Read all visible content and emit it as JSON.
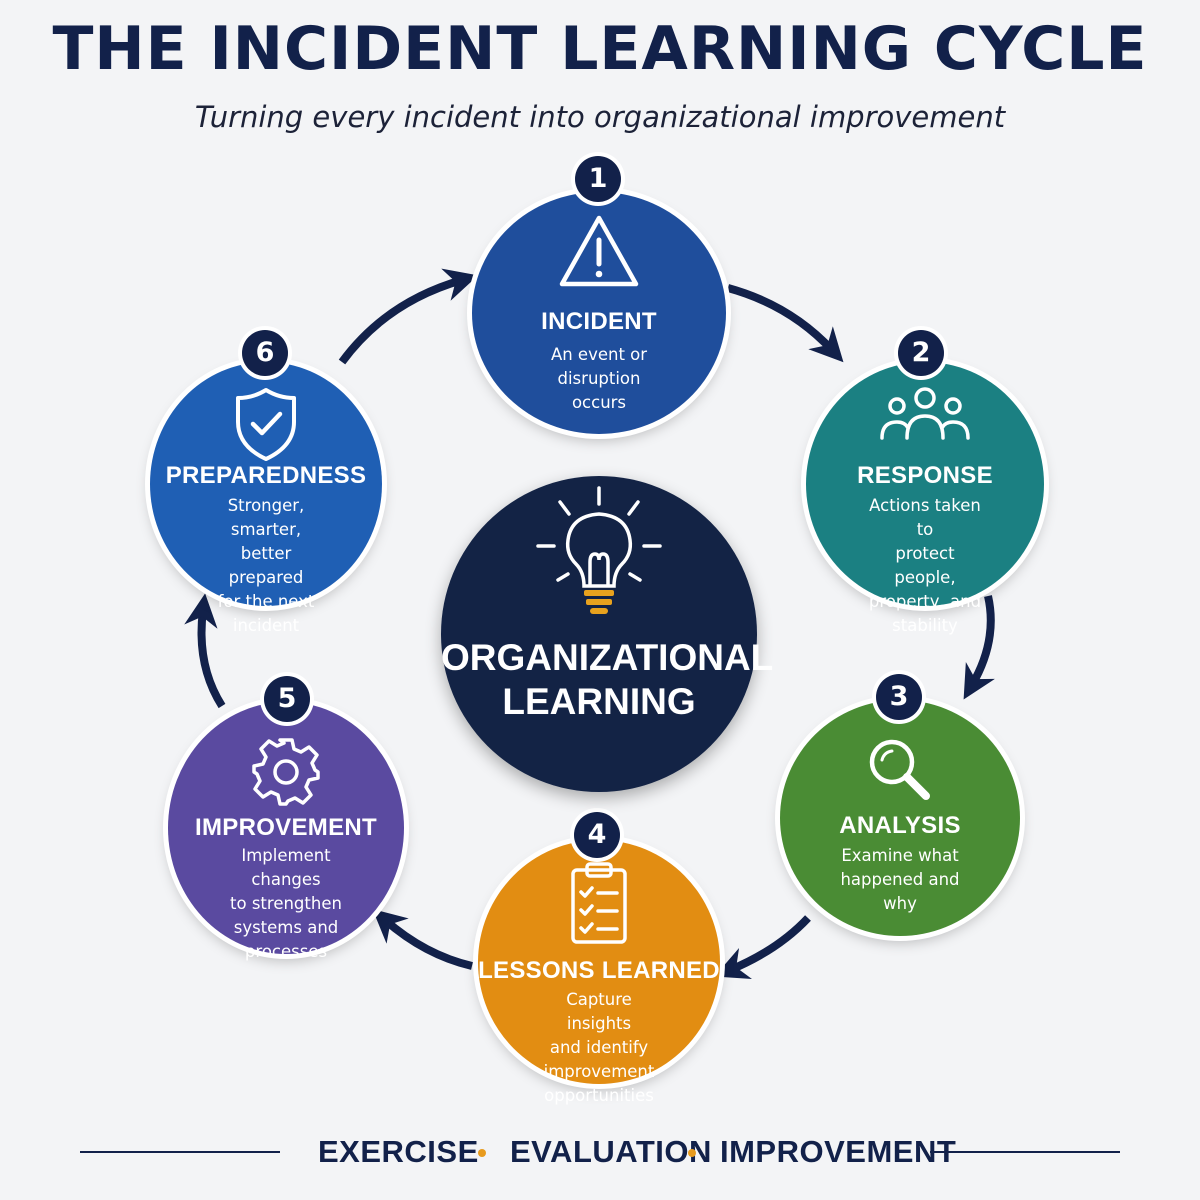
{
  "header": {
    "title": "THE INCIDENT LEARNING CYCLE",
    "subtitle": "Turning every incident into organizational improvement"
  },
  "center": {
    "icon": "lightbulb-icon",
    "label_line1": "ORGANIZATIONAL",
    "label_line2": "LEARNING",
    "color": "#132345"
  },
  "steps": [
    {
      "number": "1",
      "label": "INCIDENT",
      "icon": "warning-icon",
      "color": "#1f4e9c",
      "description": [
        "An event or",
        "disruption occurs"
      ]
    },
    {
      "number": "2",
      "label": "RESPONSE",
      "icon": "people-icon",
      "color": "#1b8082",
      "description": [
        "Actions taken to",
        "protect people,",
        "property, and",
        "stability"
      ]
    },
    {
      "number": "3",
      "label": "ANALYSIS",
      "icon": "magnifier-icon",
      "color": "#4a8c34",
      "description": [
        "Examine what",
        "happened and",
        "why"
      ]
    },
    {
      "number": "4",
      "label": "LESSONS LEARNED",
      "icon": "clipboard-checklist-icon",
      "color": "#e28d12",
      "description": [
        "Capture insights",
        "and identify",
        "improvement",
        "opportunities"
      ]
    },
    {
      "number": "5",
      "label": "IMPROVEMENT",
      "icon": "gear-icon",
      "color": "#5a4aa0",
      "description": [
        "Implement changes",
        "to strengthen",
        "systems and",
        "processes"
      ]
    },
    {
      "number": "6",
      "label": "PREPAREDNESS",
      "icon": "shield-check-icon",
      "color": "#1f5fb4",
      "description": [
        "Stronger, smarter,",
        "better prepared",
        "for the next",
        "incident"
      ]
    }
  ],
  "footer": {
    "items": [
      "EXERCISE",
      "EVALUATION",
      "IMPROVEMENT"
    ],
    "separator_color": "#e89b1e"
  }
}
